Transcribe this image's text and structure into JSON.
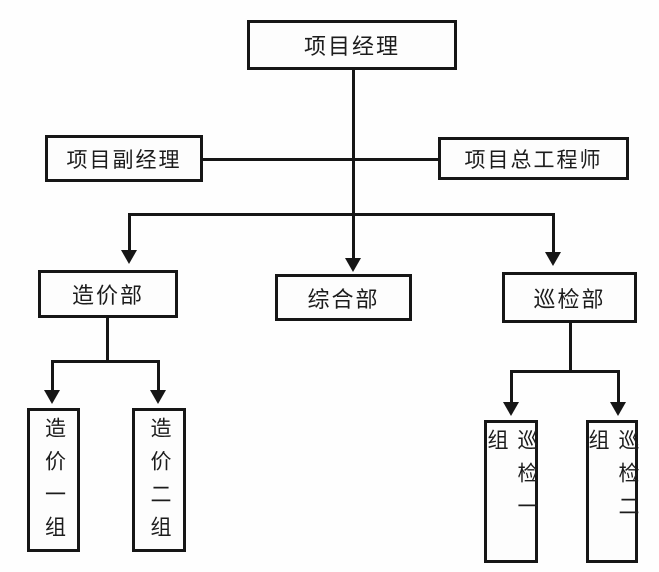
{
  "diagram": {
    "type": "org-chart",
    "nodes": {
      "project_manager": {
        "label": "项目经理"
      },
      "deputy_manager": {
        "label": "项目副经理"
      },
      "chief_engineer": {
        "label": "项目总工程师"
      },
      "cost_dept": {
        "label": "造价部"
      },
      "general_dept": {
        "label": "综合部"
      },
      "inspection_dept": {
        "label": "巡检部"
      },
      "cost_group_1": {
        "label": "造价一组"
      },
      "cost_group_2": {
        "label": "造价二组"
      },
      "inspection_group_1": {
        "label": "巡检一组"
      },
      "inspection_group_2": {
        "label": "巡检二组"
      }
    },
    "edges": [
      [
        "项目经理",
        "项目副经理"
      ],
      [
        "项目经理",
        "项目总工程师"
      ],
      [
        "项目经理",
        "造价部"
      ],
      [
        "项目经理",
        "综合部"
      ],
      [
        "项目经理",
        "巡检部"
      ],
      [
        "造价部",
        "造价一组"
      ],
      [
        "造价部",
        "造价二组"
      ],
      [
        "巡检部",
        "巡检一组"
      ],
      [
        "巡检部",
        "巡检二组"
      ]
    ],
    "colors": {
      "line": "#161616",
      "box_border": "#161616",
      "text": "#1c1c1c",
      "background": "#fefefe"
    }
  }
}
